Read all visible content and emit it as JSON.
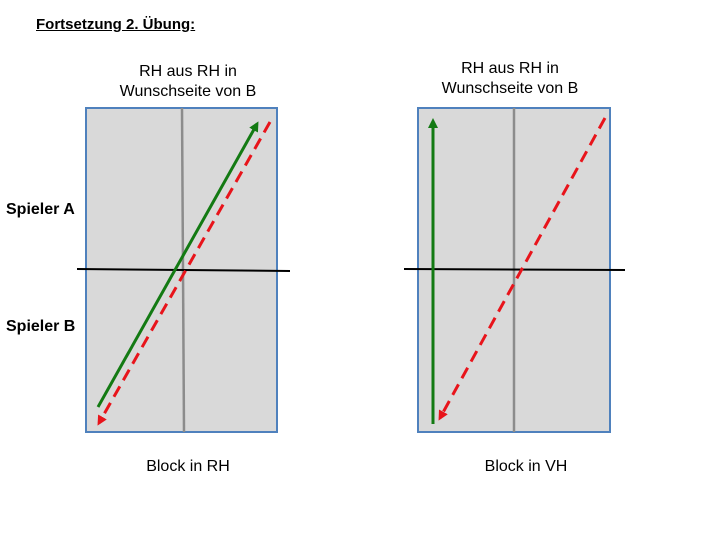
{
  "page_title": "Fortsetzung 2. Übung:",
  "players": {
    "a": "Spieler A",
    "b": "Spieler B"
  },
  "diagrams": [
    {
      "caption_top_line1": "RH aus RH in",
      "caption_top_line2": "Wunschseite von B",
      "caption_bottom": "Block in RH"
    },
    {
      "caption_top_line1": "RH aus RH in",
      "caption_top_line2": "Wunschseite von B",
      "caption_bottom": "Block in VH"
    }
  ],
  "colors": {
    "table_fill": "#d9d9d9",
    "table_border": "#4f81bd",
    "center_line": "#8c8c8c",
    "net": "#000000",
    "solid_arrow": "#137a13",
    "dashed_arrow": "#e8141b"
  }
}
